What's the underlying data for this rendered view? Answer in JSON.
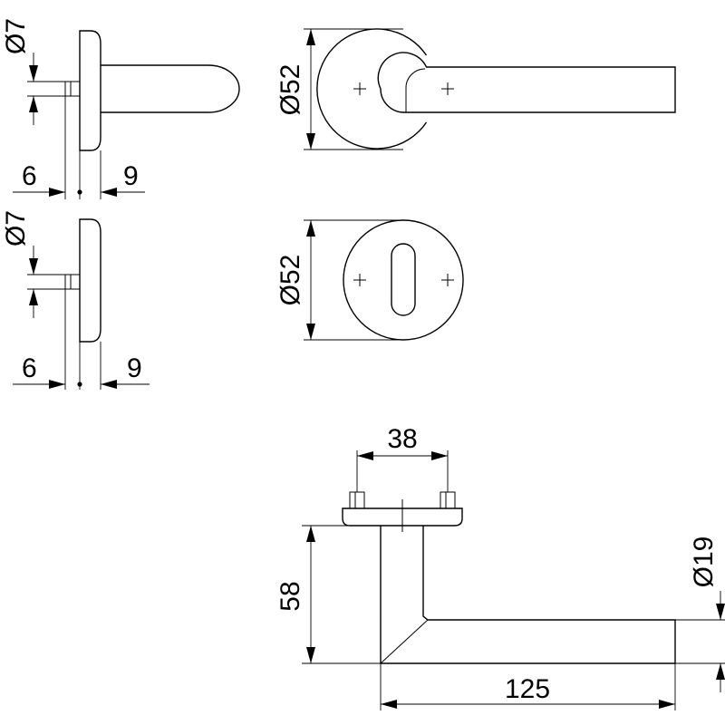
{
  "dimensions": {
    "rose_pin_diameter": "Ø7",
    "rose_offset_left": "6",
    "rose_offset_right": "9",
    "rose_diameter": "Ø52",
    "escutcheon_pin_diameter": "Ø7",
    "escutcheon_offset_left": "6",
    "escutcheon_offset_right": "9",
    "escutcheon_diameter": "Ø52",
    "fixing_spacing": "38",
    "handle_height": "58",
    "lever_diameter": "Ø19",
    "lever_length": "125"
  }
}
